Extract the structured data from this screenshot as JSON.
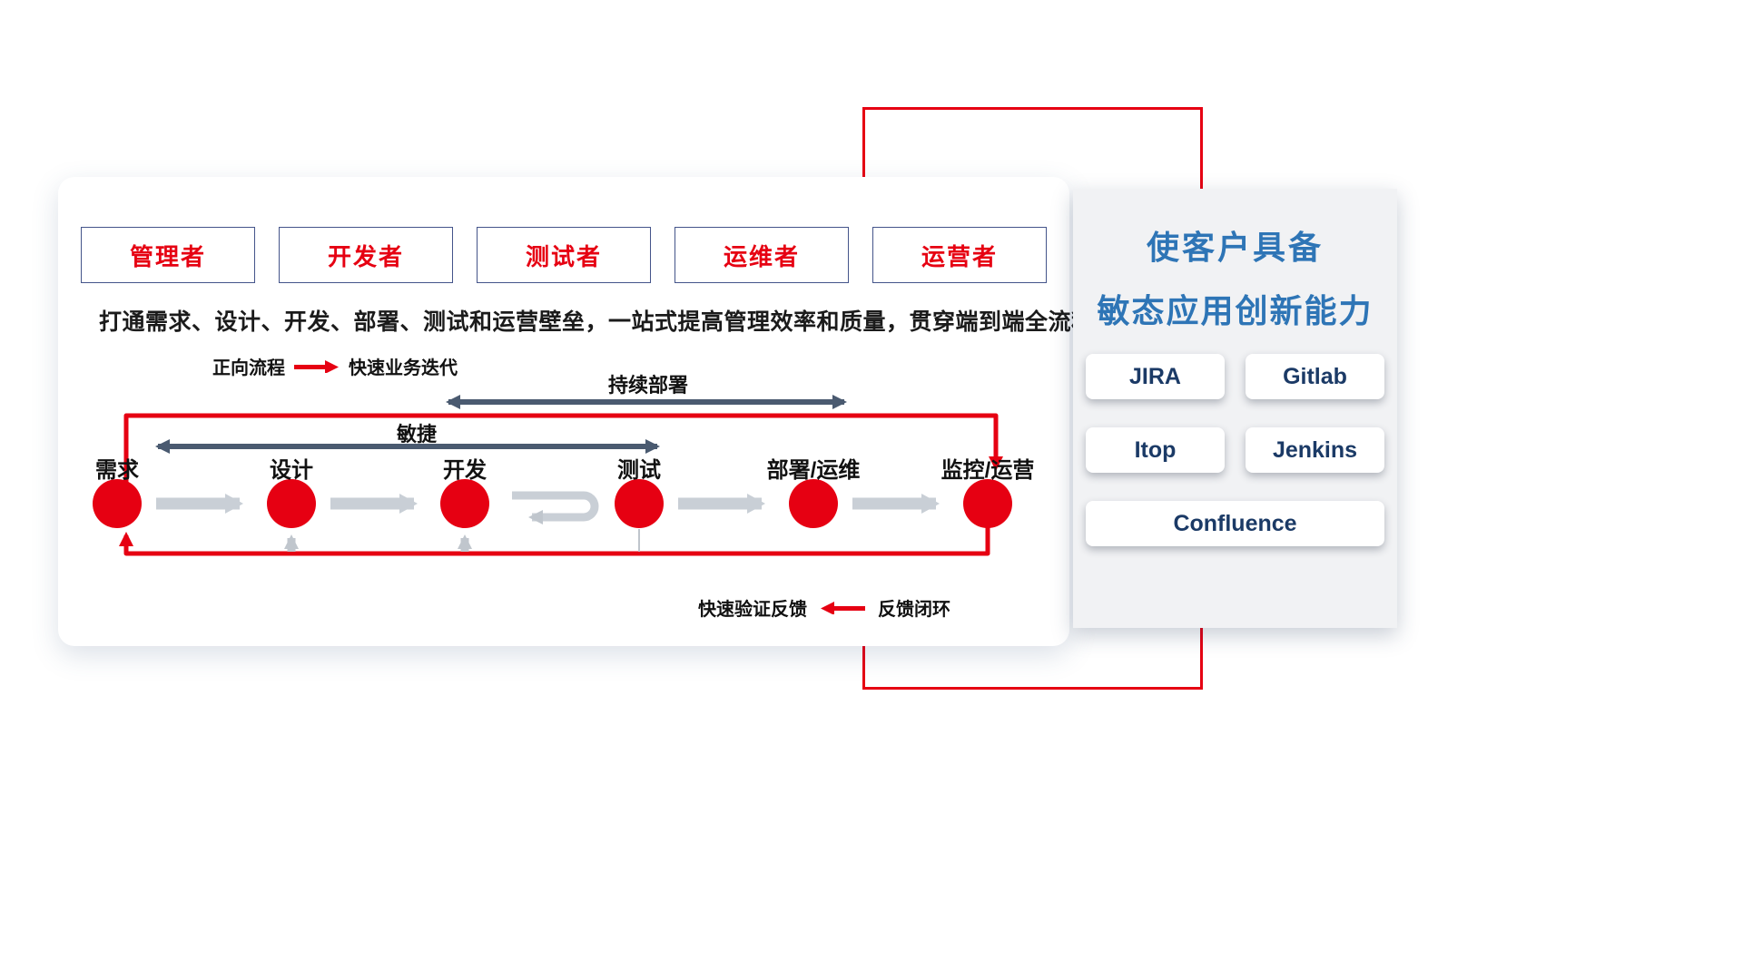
{
  "roles": [
    "管理者",
    "开发者",
    "测试者",
    "运维者",
    "运营者"
  ],
  "description": "打通需求、设计、开发、部署、测试和运营壁垒，一站式提高管理效率和质量，贯穿端到端全流程",
  "legend_forward": {
    "label": "正向流程",
    "text": "快速业务迭代"
  },
  "flow_labels": {
    "continuous_deployment": "持续部署",
    "agile": "敏捷"
  },
  "stages": [
    "需求",
    "设计",
    "开发",
    "测试",
    "部署/运维",
    "监控/运营"
  ],
  "legend_feedback": {
    "text": "快速验证反馈",
    "label": "反馈闭环"
  },
  "right_panel": {
    "title_line1": "使客户具备",
    "title_line2": "敏态应用创新能力",
    "tools": [
      "JIRA",
      "Gitlab",
      "Itop",
      "Jenkins",
      "Confluence"
    ]
  },
  "colors": {
    "accent_red": "#e60012",
    "title_blue": "#2e75b6",
    "tool_navy": "#1b3a66",
    "arrow_slate": "#4a5a70",
    "arrow_gray": "#c9cfd6"
  }
}
